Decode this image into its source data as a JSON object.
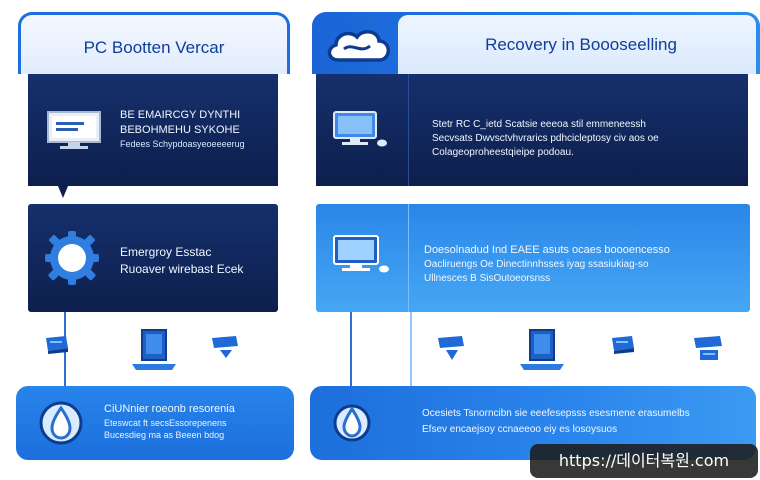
{
  "header_left": {
    "title": "PC Bootten Vercar"
  },
  "header_right": {
    "title": "Recovery in Boooseelling"
  },
  "panel_top_left": {
    "lines": [
      "BE EMAIRCGY DYNTHI",
      "BEBOHMEHU SYKOHE",
      "Fedees Schypdoasyeoeeeerug"
    ]
  },
  "panel_top_right": {
    "lines": [
      "Stetr RC C_ietd Scatsie eeeoa stil emmeneessh",
      "Secvsats Dwvsctvhvrarics pdhcicleptosy civ aos oe",
      "Colageoproheestqieipe podoau."
    ]
  },
  "panel_mid_left": {
    "lines": [
      "Emergroy Esstac",
      "Ruoaver wirebast Ecek"
    ]
  },
  "panel_mid_right": {
    "lines": [
      "Doesolnadud Ind EAEE  asuts ocaes boooencesso",
      "Oacliruengs Oe Dinectinnhsses iyag ssasiukiag-so",
      "Ullnesces B SisOutoeorsnss"
    ]
  },
  "panel_bottom_left": {
    "lines": [
      "CiUNnier roeonb resorenia",
      "Eteswcat ft secsEssorepenens",
      "Bucesdieg ma as Beeen bdog"
    ]
  },
  "panel_bottom_right": {
    "lines": [
      "Ocesiets Tsnorncibn sie eeefesepsss esesmene erasumelbs",
      "Efsev encaejsoy ccnaeeoo eiy es losoysuos"
    ]
  },
  "watermark": {
    "text": "https://데이터복원.com"
  },
  "colors": {
    "title_text": "#0e3d9a",
    "dark_panel": "#13296a",
    "blue_panel": "#2a86e8",
    "header_blue": "#1b73e0"
  },
  "icons": [
    "monitor-icon",
    "cloud-icon",
    "gear-icon",
    "server-icon",
    "shield-drop-icon"
  ]
}
